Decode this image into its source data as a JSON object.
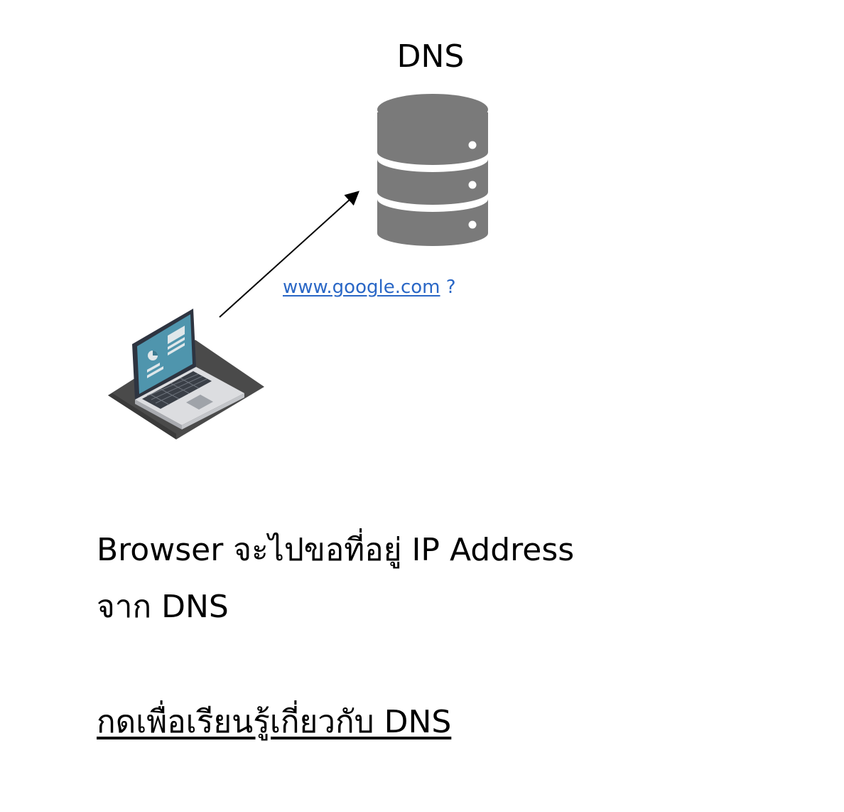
{
  "server": {
    "title": "DNS",
    "body_color": "#7a7a7a",
    "icon": "database-server-icon"
  },
  "client": {
    "icon": "laptop-icon"
  },
  "query": {
    "domain": "www.google.com",
    "mark": "?",
    "link_color": "#2a67c6"
  },
  "description": {
    "line1": "Browser จะไปขอที่อยู่ IP Address",
    "line2": "จาก DNS"
  },
  "learn_more": {
    "label": "กดเพื่อเรียนรู้เกี่ยวกับ DNS"
  }
}
